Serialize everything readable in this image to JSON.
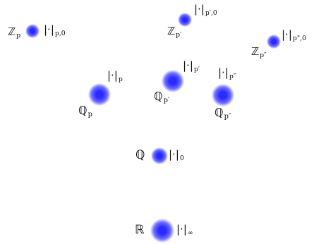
{
  "colors": {
    "dot_core": "#2a2aff",
    "dot_mid": "#6e6eff",
    "dot_edge": "#ffffff"
  },
  "diagram": {
    "nodes": [
      {
        "id": "z-p",
        "symbol": "ℤ",
        "subscript": "p",
        "norm": "|·|",
        "norm_sub": "p,0"
      },
      {
        "id": "z-p-prime",
        "symbol": "ℤ",
        "subscript": "p′",
        "norm": "|·|",
        "norm_sub": "p′,0"
      },
      {
        "id": "z-p-double-prime",
        "symbol": "ℤ",
        "subscript": "p″",
        "norm": "|·|",
        "norm_sub": "p\",0"
      },
      {
        "id": "q-p",
        "symbol": "ℚ",
        "subscript": "p",
        "norm": "|·|",
        "norm_sub": "p"
      },
      {
        "id": "q-p-prime",
        "symbol": "ℚ",
        "subscript": "p′",
        "norm": "|·|",
        "norm_sub": "p′"
      },
      {
        "id": "q-p-double-prime",
        "symbol": "ℚ",
        "subscript": "p″",
        "norm": "|·|",
        "norm_sub": "p″"
      },
      {
        "id": "q",
        "symbol": "ℚ",
        "subscript": "",
        "norm": "|·|",
        "norm_sub": "0"
      },
      {
        "id": "r",
        "symbol": "ℝ",
        "subscript": "",
        "norm": "|·|",
        "norm_sub": "∞"
      }
    ]
  }
}
